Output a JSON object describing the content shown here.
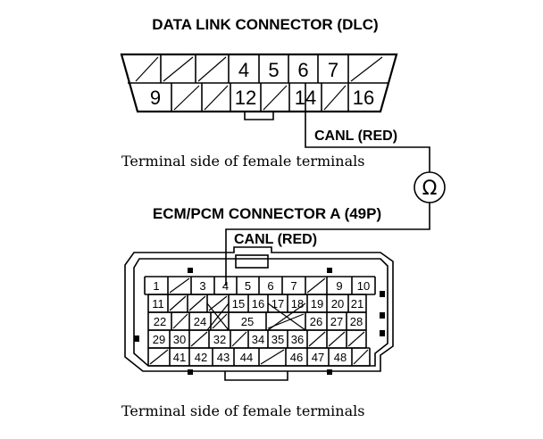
{
  "dlc": {
    "title": "DATA LINK CONNECTOR (DLC)",
    "top_row": [
      "",
      "",
      "",
      "4",
      "5",
      "6",
      "7",
      ""
    ],
    "bottom_row": [
      "9",
      "",
      "",
      "12",
      "",
      "14",
      "",
      "16"
    ]
  },
  "wire1_label": "CANL (RED)",
  "caption1": "Terminal side of female terminals",
  "meter_symbol": "Ω",
  "ecm": {
    "title": "ECM/PCM CONNECTOR A (49P)",
    "row1": [
      "1",
      "",
      "3",
      "4",
      "5",
      "6",
      "7",
      "",
      "9",
      "10"
    ],
    "row2": [
      "11",
      "",
      "",
      "",
      "15",
      "16",
      "17",
      "18",
      "19",
      "20",
      "21"
    ],
    "row3": [
      "22",
      "",
      "24",
      "",
      "25",
      "",
      "26",
      "27",
      "28"
    ],
    "row4": [
      "29",
      "30",
      "",
      "32",
      "",
      "34",
      "35",
      "36",
      "",
      "",
      ""
    ],
    "row5": [
      "",
      "41",
      "42",
      "43",
      "44",
      "",
      "46",
      "47",
      "48",
      ""
    ]
  },
  "wire2_label": "CANL (RED)",
  "caption2": "Terminal side of female terminals"
}
